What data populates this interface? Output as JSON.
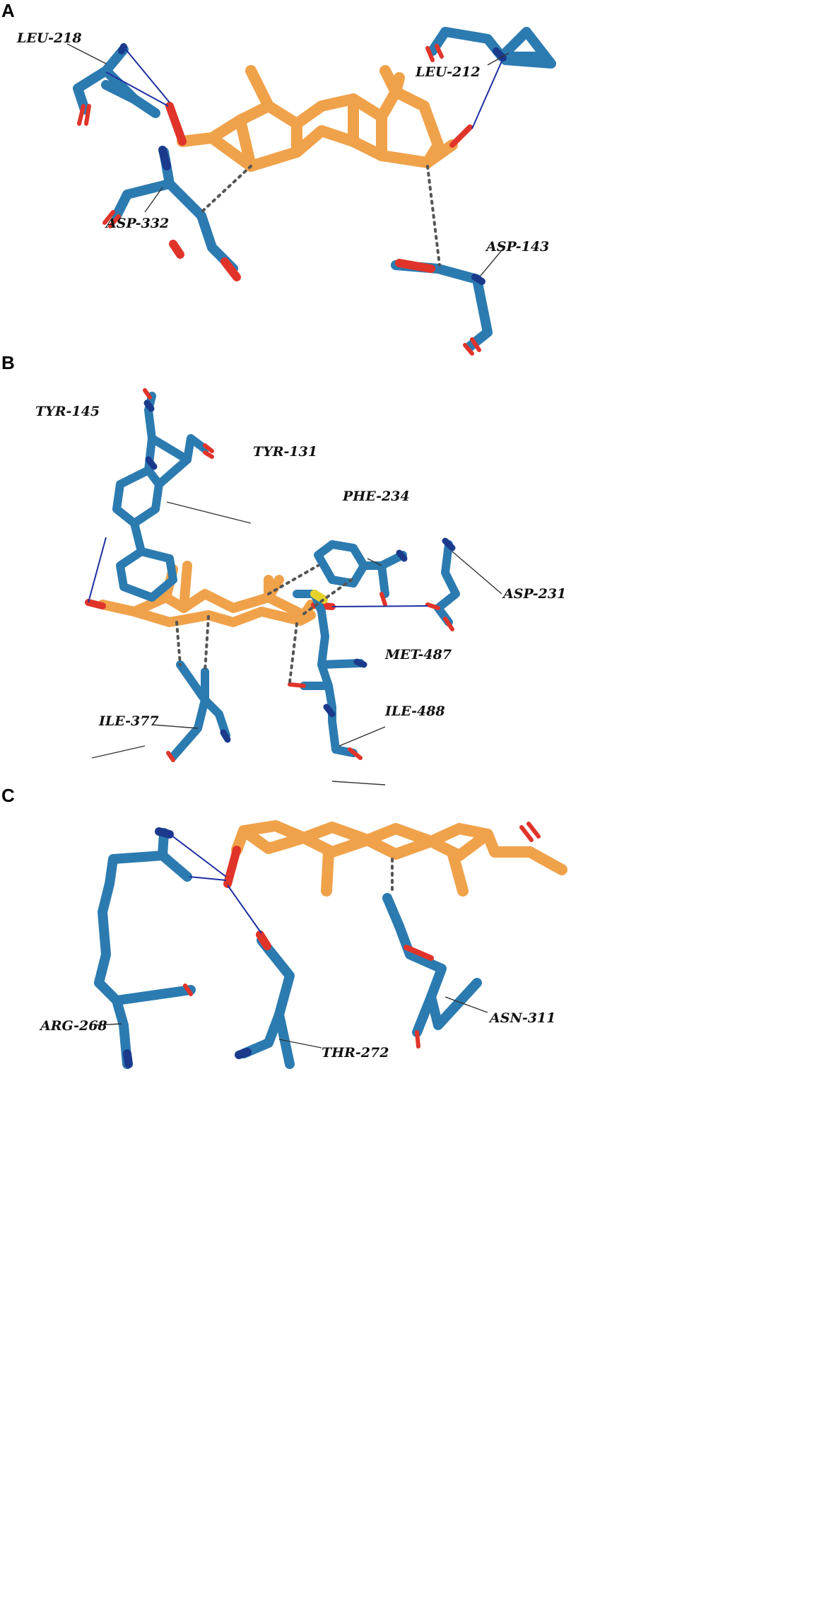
{
  "panels": [
    {
      "letter": "A",
      "labels": {
        "leu218": "LEU-218",
        "leu212": "LEU-212",
        "asp332": "ASP-332",
        "asp143": "ASP-143"
      }
    },
    {
      "letter": "B",
      "labels": {
        "tyr145": "TYR-145",
        "tyr131": "TYR-131",
        "phe234": "PHE-234",
        "asp231": "ASP-231",
        "met487": "MET-487",
        "ile377": "ILE-377",
        "ile488": "ILE-488"
      }
    },
    {
      "letter": "C",
      "labels": {
        "arg268": "ARG-268",
        "thr272": "THR-272",
        "asn311": "ASN-311"
      }
    }
  ],
  "colors": {
    "ligand_carbon": "#f0a24a",
    "residue_carbon": "#2c7bb0",
    "oxygen": "#e0342a",
    "nitrogen": "#1b3a8c",
    "sulfur": "#e6d12a",
    "hbond_line": "#1f2fa0",
    "hydrophobic_contact": "#555555"
  }
}
